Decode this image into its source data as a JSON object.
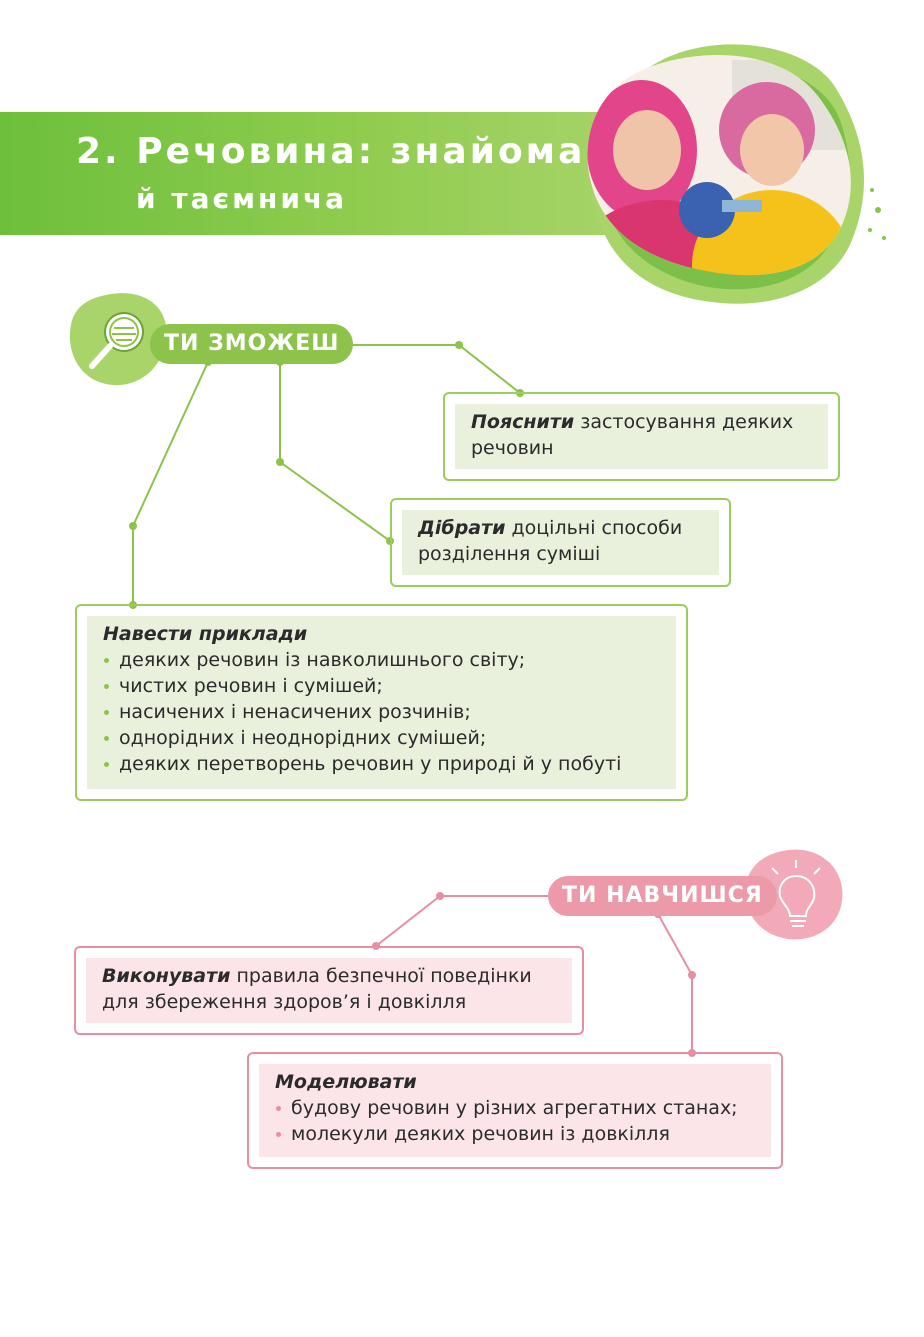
{
  "header": {
    "number": "2.",
    "title_line1": "Речовина: знайома",
    "title_line2": "й таємнича"
  },
  "can_section": {
    "label": "ТИ ЗМОЖЕШ",
    "icon": "magnifier-icon",
    "box1": {
      "verb": "Пояснити",
      "text": " застосування деяких речовин"
    },
    "box2": {
      "verb": "Дібрати",
      "text": " доцільні способи розділення суміші"
    },
    "box3": {
      "verb": "Навести приклади",
      "items": [
        "деяких речовин із навколишнього світу;",
        "чистих речовин і сумішей;",
        "насичених і ненасичених розчинів;",
        "однорідних і неоднорідних сумішей;",
        "деяких перетворень речовин у природі й у побуті"
      ]
    }
  },
  "learn_section": {
    "label": "ТИ НАВЧИШСЯ",
    "icon": "lightbulb-icon",
    "box1": {
      "verb": "Виконувати",
      "text": " правила безпечної поведінки для збереження здоров’я і довкілля"
    },
    "box2": {
      "verb": "Моделювати",
      "items": [
        "будову речовин у різних агрегатних станах;",
        "молекули деяких речовин із довкілля"
      ]
    }
  },
  "colors": {
    "green": "#8dc34a",
    "pink": "#ec9aaa"
  }
}
